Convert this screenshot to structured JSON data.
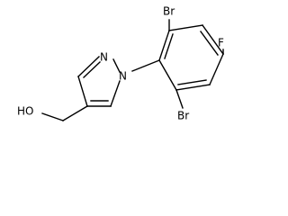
{
  "molecule": {
    "atoms": {
      "br_top": "Br",
      "f": "F",
      "n_upper": "N",
      "n_lower": "N",
      "br_bottom": "Br",
      "hydroxyl": "HO"
    }
  },
  "colors": {
    "ink": "#000000",
    "background": "#ffffff"
  }
}
